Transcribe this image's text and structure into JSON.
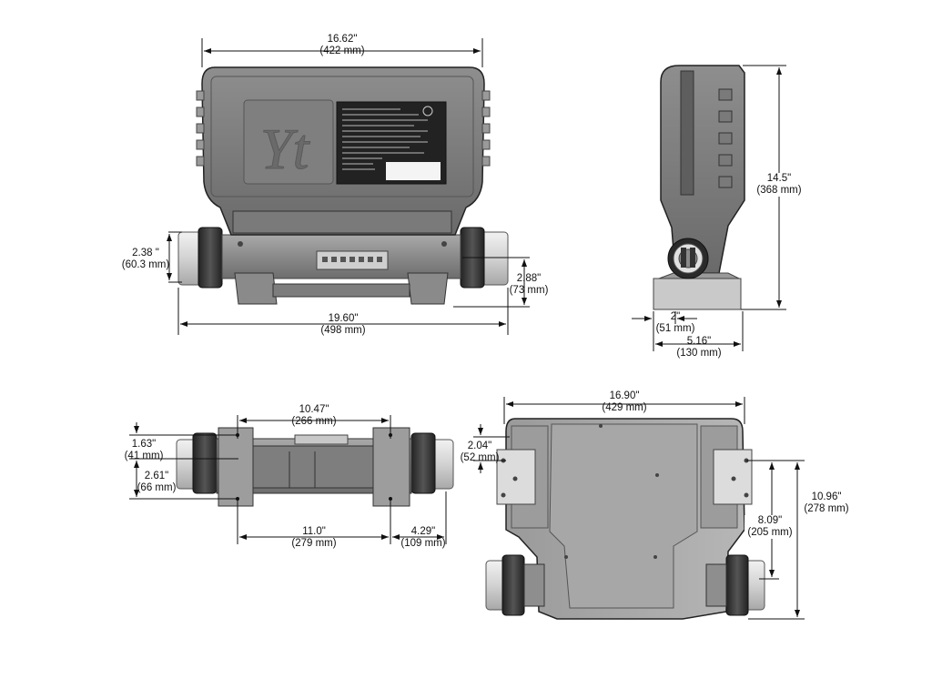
{
  "front_view": {
    "logo": "Yt",
    "width_top": {
      "imperial": "16.62\"",
      "metric": "(422 mm)"
    },
    "width_bottom": {
      "imperial": "19.60\"",
      "metric": "(498 mm)"
    },
    "pipe_height_left": {
      "imperial": "2.38 \"",
      "metric": "(60.3 mm)"
    },
    "pipe_height_right": {
      "imperial": "2.88\"",
      "metric": "(73 mm)"
    }
  },
  "side_view": {
    "height": {
      "imperial": "14.5\"",
      "metric": "(368 mm)"
    },
    "foot_depth": {
      "imperial": "2\"",
      "metric": "(51 mm)"
    },
    "total_depth": {
      "imperial": "5.16\"",
      "metric": "(130 mm)"
    }
  },
  "bottom_view": {
    "top_span": {
      "imperial": "10.47\"",
      "metric": "(266 mm)"
    },
    "left_offset_1": {
      "imperial": "1.63\"",
      "metric": "(41 mm)"
    },
    "left_offset_2": {
      "imperial": "2.61\"",
      "metric": "(66 mm)"
    },
    "bottom_span": {
      "imperial": "11.0\"",
      "metric": "(279 mm)"
    },
    "right_span": {
      "imperial": "4.29\"",
      "metric": "(109 mm)"
    }
  },
  "rear_view": {
    "width": {
      "imperial": "16.90\"",
      "metric": "(429 mm)"
    },
    "bracket_offset": {
      "imperial": "2.04\"",
      "metric": "(52 mm)"
    },
    "height_outer": {
      "imperial": "10.96\"",
      "metric": "(278 mm)"
    },
    "height_inner": {
      "imperial": "8.09\"",
      "metric": "(205 mm)"
    }
  },
  "colors": {
    "body_dark": "#6c6c6c",
    "body_mid": "#8d8d8d",
    "body_light": "#b5b5b5",
    "pipe": "#d9d9d9",
    "union": "#3a3a3a",
    "line": "#111111"
  }
}
